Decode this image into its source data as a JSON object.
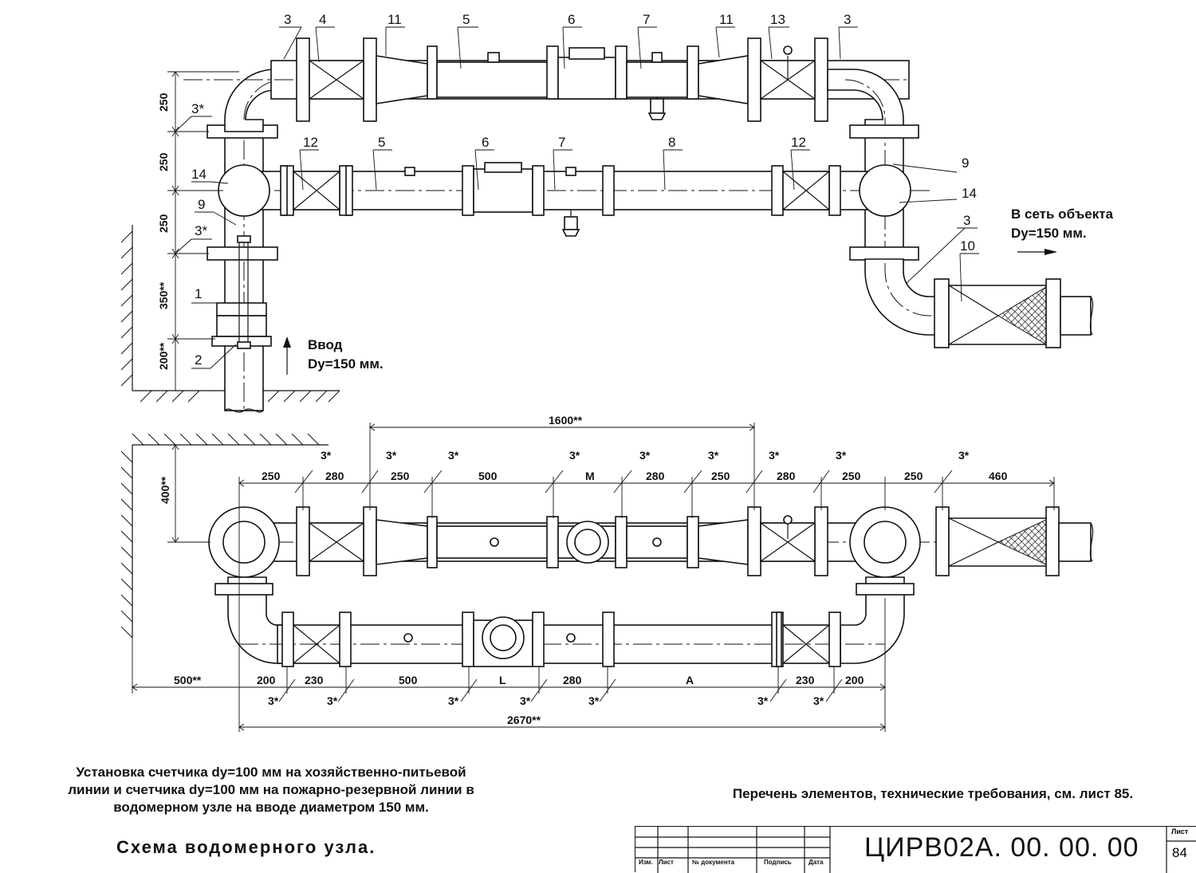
{
  "drawing": {
    "top_labels": {
      "a3": "3",
      "a4": "4",
      "a11": "11",
      "a5": "5",
      "a6": "6",
      "a7": "7",
      "a11b": "11",
      "a13": "13",
      "a3b": "3",
      "b12": "12",
      "b5": "5",
      "b6": "6",
      "b7": "7",
      "b8": "8",
      "b12b": "12",
      "c14": "14",
      "c9": "9",
      "c1": "1",
      "c2": "2",
      "c3s1": "3*",
      "c3s2": "3*",
      "r9": "9",
      "r14": "14",
      "r3": "3",
      "r10": "10"
    },
    "top_dims": {
      "d1": "250",
      "d2": "250",
      "d3": "250",
      "d4": "350**",
      "d5": "200**"
    },
    "inlet": {
      "title": "Ввод",
      "size": "Dy=150 мм."
    },
    "outlet": {
      "title": "В сеть объекта",
      "size": "Dy=150 мм."
    },
    "plan_upper": {
      "overall": "1600**",
      "wall": "400**",
      "dims": [
        "250",
        "280",
        "250",
        "500",
        "M",
        "280",
        "250",
        "280",
        "250",
        "250",
        "460"
      ],
      "marks": [
        "3*",
        "3*",
        "3*",
        "3*",
        "3*",
        "3*",
        "3*",
        "3*",
        "3*"
      ]
    },
    "plan_lower": {
      "wall": "500**",
      "dims": [
        "200",
        "230",
        "500",
        "L",
        "280",
        "A",
        "230",
        "200"
      ],
      "marks": [
        "3*",
        "3*",
        "3*",
        "3*",
        "3*",
        "3*",
        "3*"
      ],
      "overall": "2670**"
    }
  },
  "caption": [
    "Установка счетчика dy=100 мм на хозяйственно-питьевой",
    "линии и счетчика dy=100 мм на пожарно-резервной линии в",
    "водомерном узле на вводе диаметром 150 мм."
  ],
  "reference": "Перечень элементов, технические требования, см. лист 85.",
  "scheme_title": "Схема водомерного узла.",
  "title_block": {
    "code": "ЦИРВ02А. 00. 00. 00",
    "sheet_label": "Лист",
    "sheet": "84",
    "cols": {
      "izm": "Изм.",
      "list": "Лист",
      "doc": "№ документа",
      "sign": "Подпись",
      "date": "Дата"
    }
  }
}
